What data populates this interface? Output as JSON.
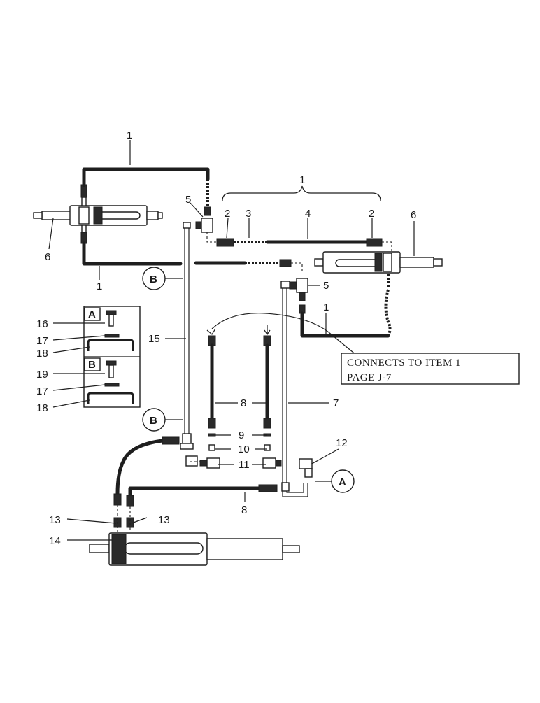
{
  "labels": {
    "l1_top": "1",
    "l1_brace": "1",
    "l1_lower_left": "1",
    "l1_right": "1",
    "l2_a": "2",
    "l2_b": "2",
    "l3": "3",
    "l4": "4",
    "l5_a": "5",
    "l5_b": "5",
    "l6_left": "6",
    "l6_right": "6",
    "l7": "7",
    "l8_a": "8",
    "l8_b": "8",
    "l9": "9",
    "l10": "10",
    "l11": "11",
    "l12": "12",
    "l13_a": "13",
    "l13_b": "13",
    "l14": "14",
    "l15": "15",
    "l16": "16",
    "l17_a": "17",
    "l17_b": "17",
    "l18_a": "18",
    "l18_b": "18",
    "l19": "19"
  },
  "markers": {
    "b_upper": "B",
    "b_lower": "B",
    "a_marker": "A",
    "inset_a": "A",
    "inset_b": "B"
  },
  "callout": {
    "line1": "CONNECTS TO ITEM 1",
    "line2": "PAGE  J-7"
  },
  "colors": {
    "ink": "#1e1e1e",
    "paper": "#ffffff"
  }
}
